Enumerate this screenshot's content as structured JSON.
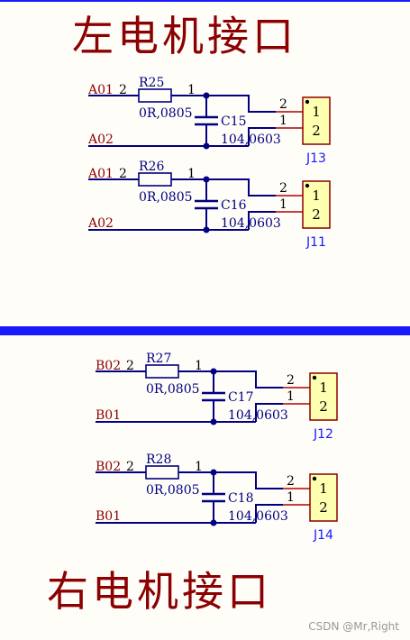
{
  "headings": {
    "top": "左电机接口",
    "bottom": "右电机接口"
  },
  "watermark": "CSDN @Mr,Right",
  "circuits": [
    {
      "net_top": "A01",
      "net_bottom": "A02",
      "res_ref": "R25",
      "res_val": "0R,0805",
      "cap_ref": "C15",
      "cap_val": "104,0603",
      "conn_ref": "J13",
      "res_pin_left": "2",
      "res_pin_right": "1",
      "conn_wire_top_pin": "2",
      "conn_wire_bottom_pin": "1",
      "conn_pin_top": "1",
      "conn_pin_bottom": "2"
    },
    {
      "net_top": "A01",
      "net_bottom": "A02",
      "res_ref": "R26",
      "res_val": "0R,0805",
      "cap_ref": "C16",
      "cap_val": "104,0603",
      "conn_ref": "J11",
      "res_pin_left": "2",
      "res_pin_right": "1",
      "conn_wire_top_pin": "2",
      "conn_wire_bottom_pin": "1",
      "conn_pin_top": "1",
      "conn_pin_bottom": "2"
    },
    {
      "net_top": "B02",
      "net_bottom": "B01",
      "res_ref": "R27",
      "res_val": "0R,0805",
      "cap_ref": "C17",
      "cap_val": "104,0603",
      "conn_ref": "J12",
      "res_pin_left": "2",
      "res_pin_right": "1",
      "conn_wire_top_pin": "2",
      "conn_wire_bottom_pin": "1",
      "conn_pin_top": "1",
      "conn_pin_bottom": "2"
    },
    {
      "net_top": "B02",
      "net_bottom": "B01",
      "res_ref": "R28",
      "res_val": "0R,0805",
      "cap_ref": "C18",
      "cap_val": "104,0603",
      "conn_ref": "J14",
      "res_pin_left": "2",
      "res_pin_right": "1",
      "conn_wire_top_pin": "2",
      "conn_wire_bottom_pin": "1",
      "conn_pin_top": "1",
      "conn_pin_bottom": "2"
    }
  ],
  "colors": {
    "wire": "#000080",
    "net_label": "#8b0000",
    "heading": "#8b0000",
    "divider": "#1a1aff",
    "connector_fill": "#ffffb0"
  }
}
